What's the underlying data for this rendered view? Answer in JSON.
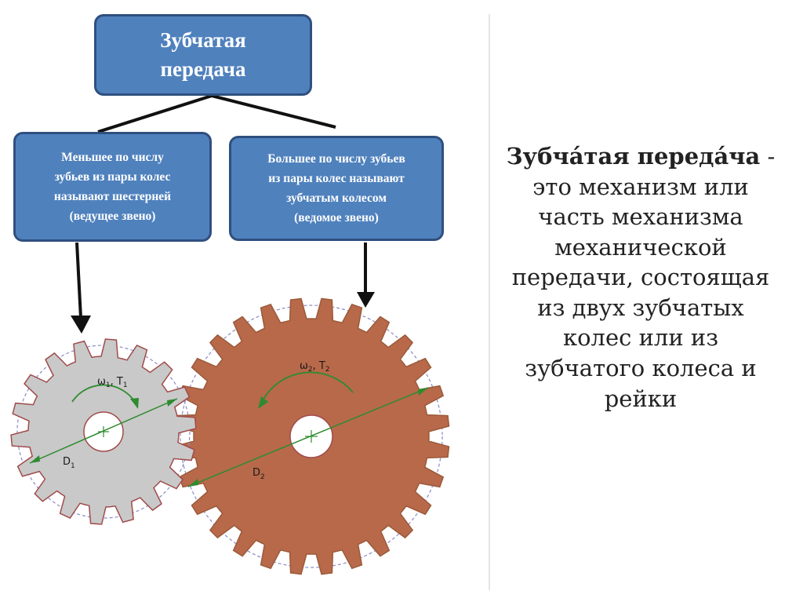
{
  "diagram": {
    "top_box": {
      "lines": [
        "Зубчатая",
        "передача"
      ]
    },
    "left_box": {
      "lines": [
        "Меньшее по числу",
        "зубьев из пары колес",
        "называют шестерней",
        "(ведущее звено)"
      ]
    },
    "right_box": {
      "lines": [
        "Большее по числу зубьев",
        "из пары колес называют",
        "зубчатым колесом",
        "(ведомое звено)"
      ]
    },
    "gear_small": {
      "teeth": 18,
      "label_omega": "ω",
      "label_omega_sub": "1",
      "label_torque": "T",
      "label_torque_sub": "1",
      "label_diameter": "D",
      "label_diameter_sub": "1",
      "color": "#c9c9c9"
    },
    "gear_large": {
      "teeth": 28,
      "label_omega": "ω",
      "label_omega_sub": "2",
      "label_torque": "T",
      "label_torque_sub": "2",
      "label_diameter": "D",
      "label_diameter_sub": "2",
      "color": "#b8694a"
    },
    "colors": {
      "box_fill": "#4f81bd",
      "box_border": "#2f4f7f",
      "gear_outline": "#a04b4b",
      "pitch_circle": "#8a8ac9",
      "dimension_line": "#2e8b2e"
    }
  },
  "definition": {
    "term": "Зубча́тая переда́ча",
    "dash": " -",
    "lines": [
      "это механизм или",
      "часть механизма",
      "механической",
      "передачи, состоящая",
      "из двух зубчатых",
      "колес или из",
      "зубчатого колеса и",
      "рейки"
    ]
  }
}
